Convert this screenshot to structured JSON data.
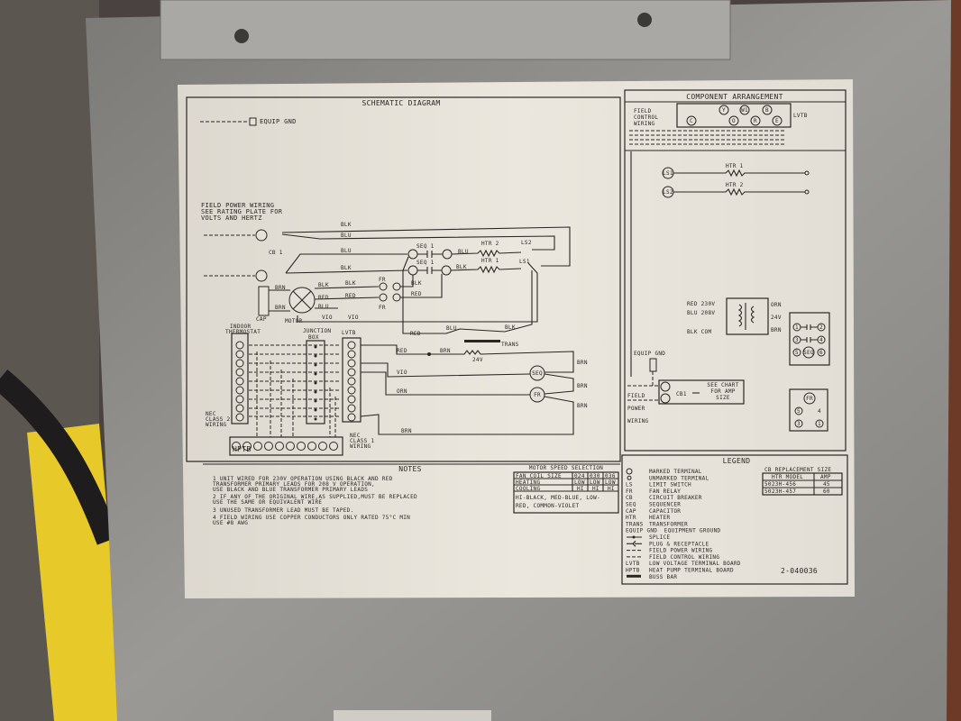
{
  "schematic": {
    "title": "SCHEMATIC DIAGRAM",
    "equip_gnd": "EQUIP GND",
    "field_power": [
      "FIELD POWER WIRING",
      "SEE RATING PLATE FOR",
      "VOLTS AND HERTZ"
    ],
    "labels": [
      "BLK",
      "BLU",
      "CB 1",
      "BLU",
      "SEQ 1",
      "BLU",
      "HTR 2",
      "LS2",
      "BLK",
      "SEQ 1",
      "BLK",
      "HTR 1",
      "LS1",
      "BRN",
      "BLK",
      "BLK",
      "FR",
      "BLK",
      "RED",
      "RED",
      "BLU",
      "BRN",
      "FR",
      "RED",
      "MOTOR",
      "VIO",
      "VIO",
      "RED",
      "BLU",
      "BLK",
      "TRANS",
      "RED",
      "BRN",
      "24V",
      "VIO",
      "BRN",
      "ORN",
      "BRN",
      "BRN",
      "BRN",
      "SEQ",
      "FR",
      "CAP"
    ],
    "thermostat": [
      "INDOOR",
      "THERMOSTAT"
    ],
    "junction_box": [
      "JUNCTION",
      "BOX"
    ],
    "lvtb": "LVTB",
    "hptb": "HPTB",
    "nec_class2": [
      "NEC",
      "CLASS 2",
      "WIRING"
    ],
    "nec_class1": [
      "NEC",
      "CLASS 1",
      "WIRING"
    ]
  },
  "component_arrangement": {
    "title": "COMPONENT ARRANGEMENT",
    "field_control_wiring": [
      "FIELD",
      "CONTROL",
      "WIRING"
    ],
    "lvtb": "LVTB",
    "lvtb_terminals": [
      "C",
      "Y",
      "W1",
      "B",
      "O",
      "R",
      "E"
    ],
    "htr1": "HTR 1",
    "htr2": "HTR 2",
    "ls1": "LS1",
    "ls2": "LS2",
    "transformer": {
      "primary": [
        "RED 230V",
        "BLU 208V",
        "BLK COM"
      ],
      "secondary": [
        "ORN",
        "24V",
        "BRN"
      ]
    },
    "sequencer_terminals": [
      "1",
      "2",
      "3",
      "4",
      "5",
      "6",
      "SEQ"
    ],
    "fan_relay_terminals": [
      "FR",
      "5",
      "4",
      "3",
      "1"
    ],
    "equip_gnd": "EQUIP GND",
    "field_power_wiring": [
      "FIELD",
      "POWER",
      "WIRING"
    ],
    "cb": "CB1",
    "cb_note": [
      "SEE CHART",
      "FOR AMP",
      "SIZE"
    ]
  },
  "notes": {
    "title": "NOTES",
    "lines": [
      "1 UNIT WIRED FOR 230V OPERATION USING BLACK AND RED",
      "  TRANSFORMER PRIMARY LEADS FOR 208 V OPERATION,",
      "  USE BLACK AND BLUE TRANSFORMER PRIMARY LEADS",
      "2 IF ANY OF THE ORIGINAL WIRE,AS SUPPLIED,MUST BE REPLACED",
      "  USE THE SAME OR EQUIVALENT WIRE",
      "3 UNUSED TRANSFORMER LEAD MUST BE TAPED.",
      "4 FIELD WIRING USE COPPER CONDUCTORS ONLY RATED 75°C MIN",
      "  USE #8 AWG"
    ]
  },
  "motor_speed": {
    "title": "MOTOR SPEED SELECTION",
    "header": [
      "FAN COIL SIZE",
      "024",
      "030",
      "036"
    ],
    "rows": [
      [
        "HEATING",
        "LOW",
        "LOW",
        "LOW"
      ],
      [
        "COOLING",
        "HI",
        "HI",
        "HI"
      ]
    ],
    "footer": [
      "HI-BLACK, MED-BLUE, LOW-",
      "RED, COMMON-VIOLET"
    ]
  },
  "legend": {
    "title": "LEGEND",
    "items": [
      {
        "abbr": "",
        "text": "MARKED TERMINAL"
      },
      {
        "abbr": "",
        "text": "UNMARKED TERMINAL"
      },
      {
        "abbr": "LS",
        "text": "LIMIT SWITCH"
      },
      {
        "abbr": "FR",
        "text": "FAN RELAY"
      },
      {
        "abbr": "CB",
        "text": "CIRCUIT BREAKER"
      },
      {
        "abbr": "SEQ",
        "text": "SEQUENCER"
      },
      {
        "abbr": "CAP",
        "text": "CAPACITOR"
      },
      {
        "abbr": "HTR",
        "text": "HEATER"
      },
      {
        "abbr": "TRANS",
        "text": "TRANSFORMER"
      },
      {
        "abbr": "EQUIP GND",
        "text": "EQUIPMENT GROUND"
      },
      {
        "abbr": "",
        "text": "SPLICE"
      },
      {
        "abbr": "",
        "text": "PLUG & RECEPTACLE"
      },
      {
        "abbr": "",
        "text": "FIELD POWER WIRING"
      },
      {
        "abbr": "",
        "text": "FIELD CONTROL WIRING"
      },
      {
        "abbr": "LVTB",
        "text": "LOW VOLTAGE TERMINAL BOARD"
      },
      {
        "abbr": "HPTB",
        "text": "HEAT PUMP TERMINAL BOARD"
      },
      {
        "abbr": "",
        "text": "BUSS BAR"
      }
    ],
    "cb_table": {
      "title": "CB REPLACEMENT SIZE",
      "header": [
        "HTR MODEL",
        "AMP"
      ],
      "rows": [
        [
          "5023H-456",
          "45"
        ],
        [
          "5023H-457",
          "60"
        ]
      ]
    }
  },
  "part_number": "2-040036",
  "colors": {
    "panel": "#8d8c88",
    "label": "#e6e2d9",
    "ink": "#2b2622",
    "yellow": "#e8c92a"
  }
}
